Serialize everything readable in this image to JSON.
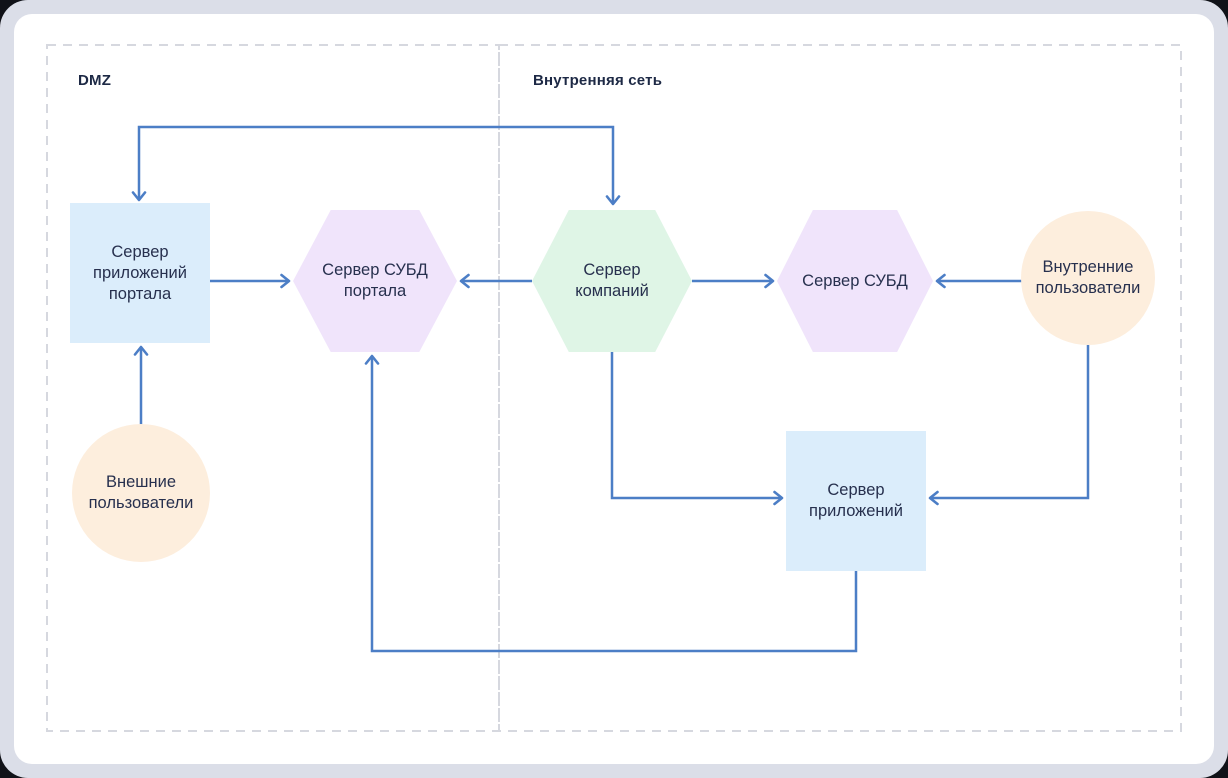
{
  "zones": [
    {
      "id": "dmz",
      "label": "DMZ"
    },
    {
      "id": "internal",
      "label": "Внутренняя сеть"
    }
  ],
  "nodes": {
    "portal_app_server": {
      "label": "Сервер приложений портала",
      "shape": "square",
      "fill": "#dbedfb",
      "zone": "dmz"
    },
    "portal_db_server": {
      "label": "Сервер СУБД портала",
      "shape": "hexagon",
      "fill": "#f0e4fb",
      "zone": "dmz"
    },
    "external_users": {
      "label": "Внешние пользователи",
      "shape": "circle",
      "fill": "#fdeedd",
      "zone": "dmz"
    },
    "companies_server": {
      "label": "Сервер компаний",
      "shape": "hexagon",
      "fill": "#dff5e6",
      "zone": "internal"
    },
    "db_server": {
      "label": "Сервер СУБД",
      "shape": "hexagon",
      "fill": "#f0e4fb",
      "zone": "internal"
    },
    "internal_users": {
      "label": "Внутренние пользователи",
      "shape": "circle",
      "fill": "#fdeedd",
      "zone": "internal"
    },
    "app_server": {
      "label": "Сервер приложений",
      "shape": "square",
      "fill": "#dbedfb",
      "zone": "internal"
    }
  },
  "edges": [
    {
      "from": "portal_app_server",
      "to": "companies_server",
      "arrows": "both"
    },
    {
      "from": "portal_app_server",
      "to": "portal_db_server",
      "arrows": "end"
    },
    {
      "from": "companies_server",
      "to": "portal_db_server",
      "arrows": "end"
    },
    {
      "from": "companies_server",
      "to": "db_server",
      "arrows": "end"
    },
    {
      "from": "internal_users",
      "to": "db_server",
      "arrows": "end"
    },
    {
      "from": "external_users",
      "to": "portal_app_server",
      "arrows": "end"
    },
    {
      "from": "companies_server",
      "to": "app_server",
      "arrows": "end"
    },
    {
      "from": "internal_users",
      "to": "app_server",
      "arrows": "end"
    },
    {
      "from": "app_server",
      "to": "portal_db_server",
      "arrows": "end"
    }
  ],
  "colors": {
    "connector": "#4c7ec6",
    "zone_border": "#d6d8df",
    "node_text": "#27304e",
    "zone_label_text": "#1d2945",
    "card_background": "#ffffff",
    "frame_background": "#dbdee8"
  }
}
